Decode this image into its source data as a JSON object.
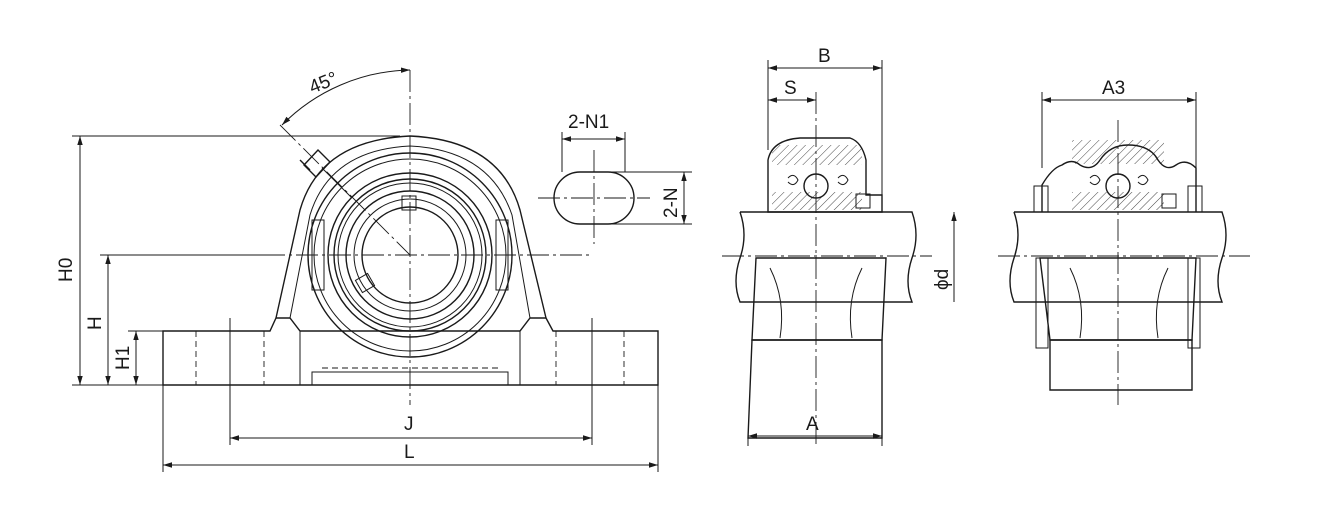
{
  "diagram": {
    "labels": {
      "angle": "45°",
      "h0": "H0",
      "h": "H",
      "h1": "H1",
      "j": "J",
      "l": "L",
      "two_n1": "2-N1",
      "two_n": "2-N",
      "b": "B",
      "s": "S",
      "a": "A",
      "phi_d": "ϕd",
      "a3": "A3"
    }
  }
}
